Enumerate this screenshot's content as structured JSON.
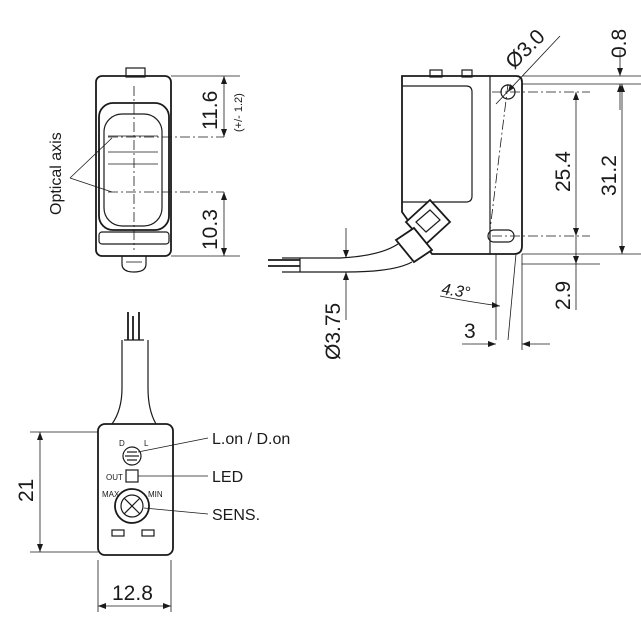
{
  "front_view": {
    "dim_top": "11.6",
    "dim_top_tolerance": "(+/- 1.2)",
    "dim_bottom": "10.3",
    "optical_axis_label": "Optical axis"
  },
  "side_view": {
    "dim_hole_diameter": "Ø3.0",
    "dim_top_offset": "0.8",
    "dim_hole_spacing": "25.4",
    "dim_height": "31.2",
    "dim_angle": "4.3°",
    "dim_bottom_offset": "2.9",
    "dim_thickness": "3",
    "dim_cable": "Ø3.75"
  },
  "rear_view": {
    "dim_height": "21",
    "dim_width": "12.8",
    "callout_mode": "L.on / D.on",
    "callout_led": "LED",
    "callout_sens": "SENS.",
    "marking_d": "D",
    "marking_l": "L",
    "marking_out": "OUT",
    "marking_max": "MAX",
    "marking_min": "MIN"
  }
}
